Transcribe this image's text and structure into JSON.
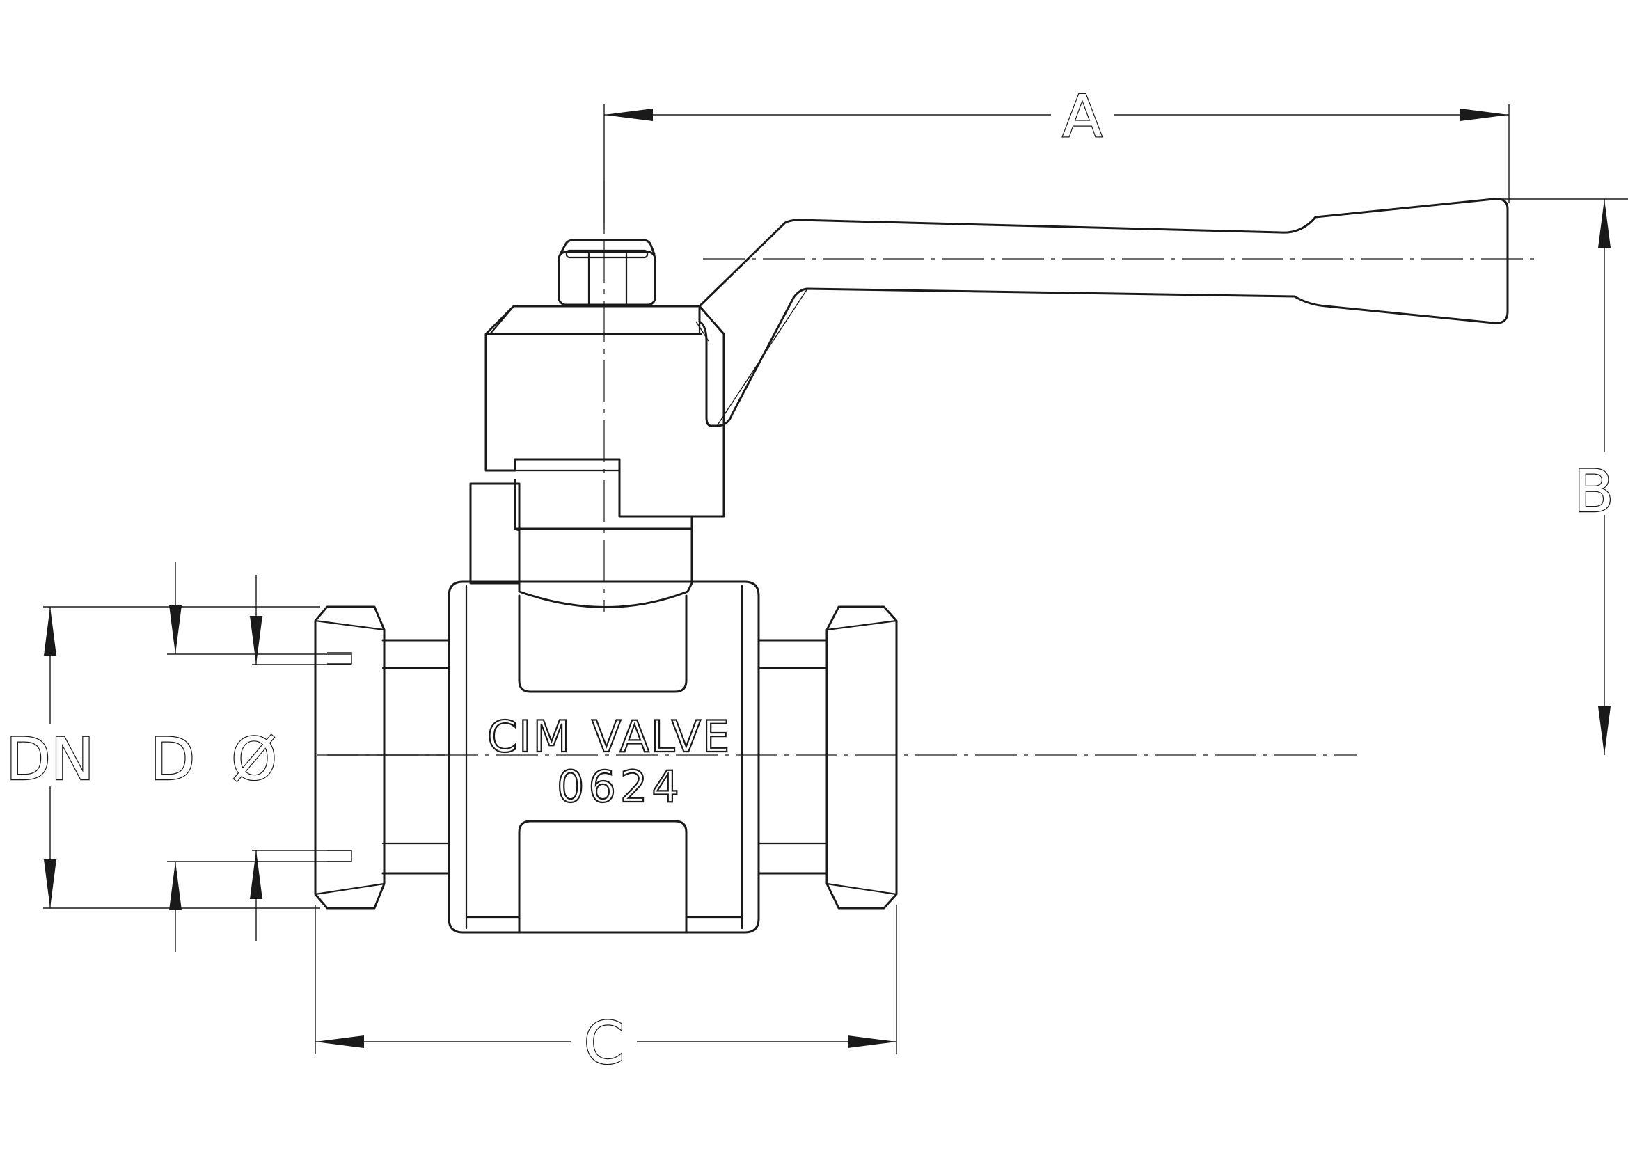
{
  "dimensions": {
    "a": "A",
    "b": "B",
    "c": "C",
    "dn": "DN",
    "d": "D",
    "phi": "Ø"
  },
  "body_marking": {
    "brand_prefix": "CIM",
    "brand_suffix": "VALVE",
    "code": "0624"
  },
  "colors": {
    "line": "#1a1a1a",
    "background": "#ffffff"
  }
}
